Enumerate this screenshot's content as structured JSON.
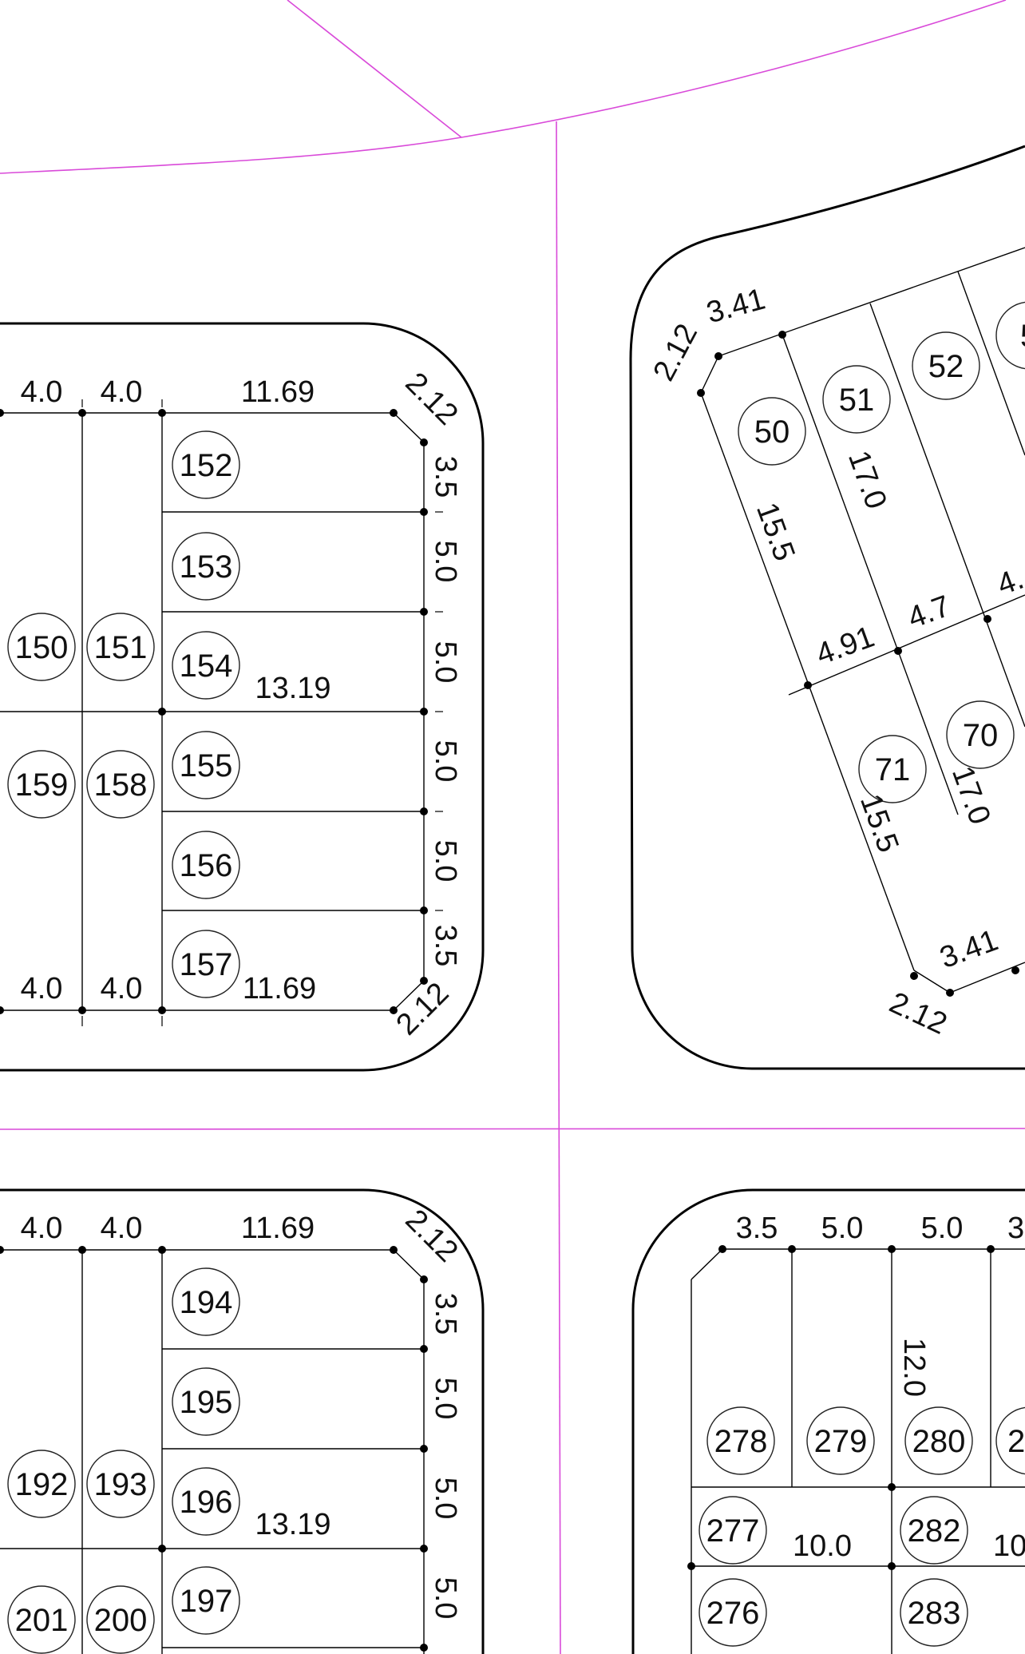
{
  "colors": {
    "road": "#d94ad9",
    "line": "#000000",
    "background": "#ffffff"
  },
  "block_a": {
    "top_dims": [
      "4.0",
      "4.0",
      "11.69"
    ],
    "corner_top": "2.12",
    "right_dims": [
      "3.5",
      "5.0",
      "5.0",
      "5.0",
      "5.0",
      "3.5"
    ],
    "corner_bottom": "2.12",
    "bottom_dims": [
      "4.0",
      "4.0",
      "11.69"
    ],
    "inner_dim": "13.19",
    "lots": [
      "150",
      "151",
      "152",
      "153",
      "154",
      "155",
      "156",
      "157",
      "158",
      "159"
    ]
  },
  "block_b": {
    "top_dims": [
      "2.12",
      "3.41"
    ],
    "lots": [
      "50",
      "51",
      "52",
      "5",
      "70",
      "71"
    ],
    "side_dims": [
      "17.0",
      "15.5",
      "4.91",
      "4.7",
      "4.",
      "17.0",
      "15.5"
    ],
    "bottom_dims": [
      "3.41",
      "2.12"
    ]
  },
  "block_c": {
    "top_dims": [
      "4.0",
      "4.0",
      "11.69"
    ],
    "corner_top": "2.12",
    "right_dims": [
      "3.5",
      "5.0",
      "5.0",
      "5.0"
    ],
    "inner_dim": "13.19",
    "lots": [
      "192",
      "193",
      "194",
      "195",
      "196",
      "197",
      "200",
      "201"
    ]
  },
  "block_d": {
    "top_dims": [
      "3.5",
      "5.0",
      "5.0",
      "3."
    ],
    "depth_dim": "12.0",
    "lots": [
      "278",
      "279",
      "280",
      "2",
      "277",
      "282",
      "276",
      "283"
    ],
    "inner_dims": [
      "10.0",
      "10"
    ]
  }
}
